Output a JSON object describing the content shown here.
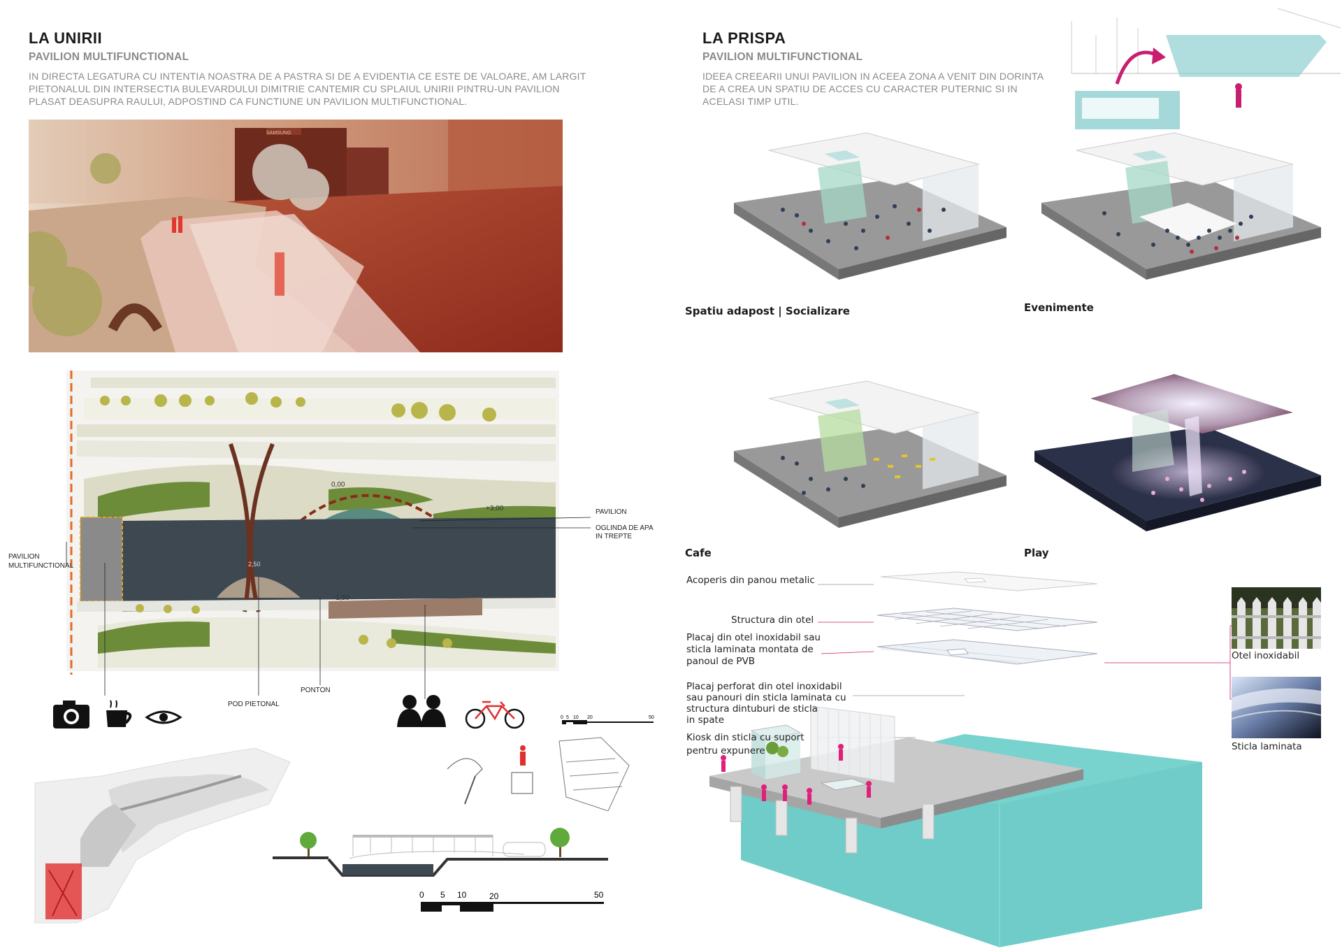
{
  "left": {
    "title": "LA UNIRII",
    "subtitle": "PAVILION MULTIFUNCTIONAL",
    "paragraph_lines": [
      "IN DIRECTA LEGATURA CU INTENTIA NOASTRA DE A PASTRA SI DE A EVIDENTIA CE ESTE DE VALOARE, AM LARGIT",
      "PIETONALUL DIN INTERSECTIA BULEVARDULUI DIMITRIE CANTEMIR CU SPLAIUL UNIRII PINTRU-UN PAVILION",
      "PLASAT DEASUPRA RAULUI, ADPOSTIND CA FUNCTIUNE UN PAVILION MULTIFUNCTIONAL."
    ],
    "photo_sign": "SAMSUNG",
    "plan": {
      "levels": {
        "zero": "0,00",
        "plus": "+3,00",
        "minus": "-1,50",
        "mid": "2,50"
      },
      "label_pavilion": "PAVILION",
      "label_oglinda_1": "OGLINDA DE APA",
      "label_oglinda_2": "IN TREPTE",
      "label_pav_multi_1": "PAVILION",
      "label_pav_multi_2": "MULTIFUNCTIONAL",
      "label_ponton": "PONTON",
      "label_pod": "POD PIETONAL"
    },
    "small_scale": {
      "t0": "0",
      "t5": "5",
      "t10": "10",
      "t20": "20",
      "t50": "50"
    },
    "big_scale": {
      "t0": "0",
      "t5": "5",
      "t10": "10",
      "t20": "20",
      "t50": "50"
    }
  },
  "right": {
    "title": "LA PRISPA",
    "subtitle": "PAVILION MULTIFUNCTIONAL",
    "paragraph_lines": [
      "IDEEA CREEARII UNUI PAVILION IN ACEEA ZONA A VENIT DIN DORINTA",
      "DE A CREA UN SPATIU DE ACCES CU CARACTER PUTERNIC SI IN",
      "ACELASI TIMP UTIL."
    ],
    "captions": {
      "shelter": "Spatiu adapost | Socializare",
      "events": "Evenimente",
      "cafe": "Cafe",
      "play": "Play"
    },
    "layers": {
      "roof": "Acoperis din panou metalic",
      "steel": "Structura din otel",
      "cladding": [
        "Placaj din otel inoxidabil sau",
        "sticla laminata montata de",
        "panoul de PVB"
      ],
      "perforated": [
        "Placaj perforat din otel inoxidabil",
        "sau panouri din sticla laminata cu",
        "structura dintuburi de sticla",
        "in spate"
      ],
      "kiosk": [
        "Kiosk din sticla cu suport",
        "pentru expunere"
      ]
    },
    "materials": {
      "steel": "Otel inoxidabil",
      "glass": "Sticla laminata"
    }
  },
  "colors": {
    "accent": "#c71f6e",
    "river": "#3d4851",
    "water": "#5fc7c2"
  }
}
